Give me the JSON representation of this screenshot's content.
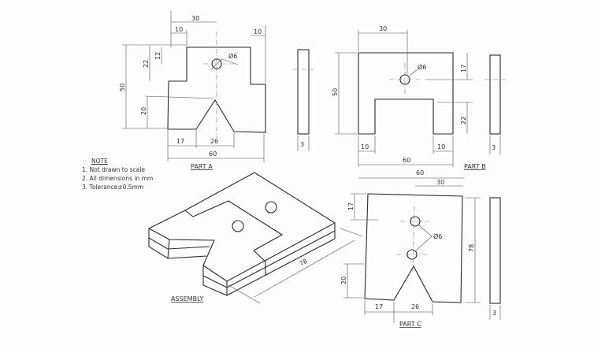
{
  "note": {
    "title": "NOTE",
    "items": [
      "1. Not drawn to scale",
      "2. All dimensions in mm",
      "3. Tolerance±0.5mm"
    ]
  },
  "part_a": {
    "label": "PART A",
    "dims": {
      "w30": "30",
      "w10a": "10",
      "w10b": "10",
      "h12": "12",
      "h22": "22",
      "h50": "50",
      "h20": "20",
      "b17": "17",
      "b26": "26",
      "w60": "60",
      "hole": "Ø6",
      "t3": "3"
    }
  },
  "part_b": {
    "label": "PART B",
    "dims": {
      "w30": "30",
      "hole": "Ø6",
      "h17": "17",
      "h50": "50",
      "h22": "22",
      "b10a": "10",
      "b10b": "10",
      "w60": "60",
      "t3": "3"
    }
  },
  "part_c": {
    "label": "PART C",
    "dims": {
      "w60": "60",
      "w30": "30",
      "h17": "17",
      "h78": "78",
      "h20": "20",
      "b17": "17",
      "b26": "26",
      "hole": "Ø6",
      "t3": "3"
    }
  },
  "assembly": {
    "label": "ASSEMBLY",
    "dim": "78"
  }
}
